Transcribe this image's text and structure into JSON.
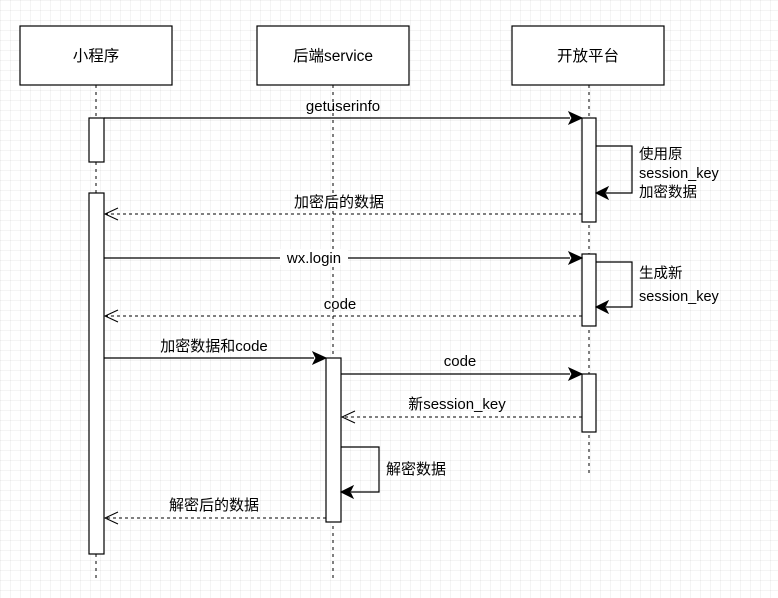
{
  "participants": [
    {
      "id": "miniprogram",
      "label": "小程序"
    },
    {
      "id": "backend",
      "label": "后端service"
    },
    {
      "id": "platform",
      "label": "开放平台"
    }
  ],
  "messages": [
    {
      "id": "getuserinfo",
      "label": "getuserinfo",
      "from": "miniprogram",
      "to": "platform",
      "style": "solid"
    },
    {
      "id": "encrypted-data-return",
      "label": "加密后的数据",
      "from": "platform",
      "to": "miniprogram",
      "style": "dashed"
    },
    {
      "id": "wx-login",
      "label": "wx.login",
      "from": "miniprogram",
      "to": "platform",
      "style": "solid"
    },
    {
      "id": "code-return",
      "label": "code",
      "from": "platform",
      "to": "miniprogram",
      "style": "dashed"
    },
    {
      "id": "encrypted-data-and-code",
      "label": "加密数据和code",
      "from": "miniprogram",
      "to": "backend",
      "style": "solid"
    },
    {
      "id": "code-to-platform",
      "label": "code",
      "from": "backend",
      "to": "platform",
      "style": "solid"
    },
    {
      "id": "new-session-key-return",
      "label": "新session_key",
      "from": "platform",
      "to": "backend",
      "style": "dashed"
    },
    {
      "id": "decrypted-data-return",
      "label": "解密后的数据",
      "from": "backend",
      "to": "miniprogram",
      "style": "dashed"
    }
  ],
  "self_calls": [
    {
      "id": "encrypt-with-original-key",
      "participant": "platform",
      "lines": [
        "使用原",
        "session_key",
        "加密数据"
      ],
      "color": "#000000"
    },
    {
      "id": "generate-new-session-key",
      "participant": "platform",
      "lines": [
        "生成新",
        "session_key"
      ],
      "color": "#000000"
    },
    {
      "id": "decrypt-data",
      "participant": "backend",
      "lines": [
        "解密数据"
      ],
      "color": "#e8312f"
    }
  ],
  "colors": {
    "line": "#000000",
    "background": "#ffffff",
    "highlight": "#e8312f"
  }
}
